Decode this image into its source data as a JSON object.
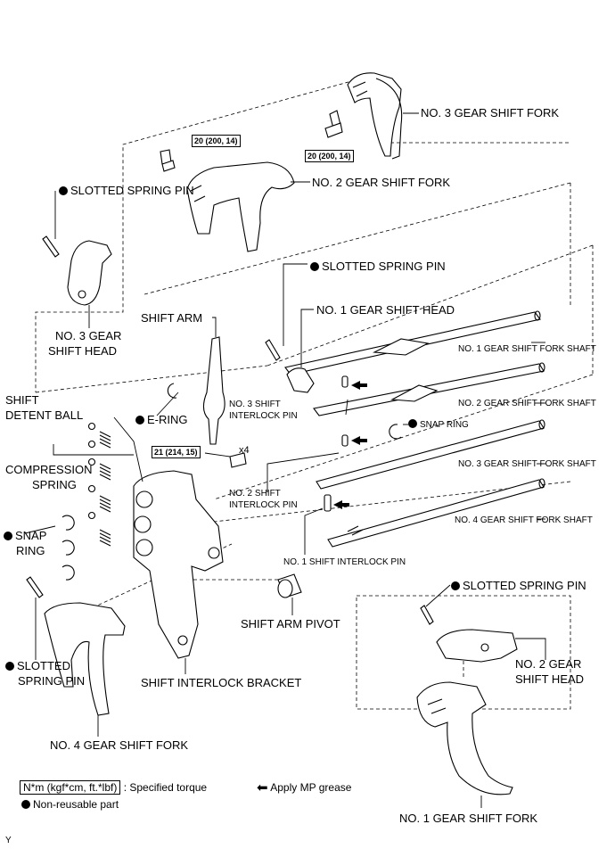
{
  "labels": {
    "no3_gear_shift_fork": "NO. 3 GEAR SHIFT FORK",
    "no2_gear_shift_fork": "NO. 2 GEAR SHIFT FORK",
    "slotted_spring_pin": "SLOTTED SPRING PIN",
    "no3_gear_shift_head_1": "NO. 3 GEAR",
    "no3_gear_shift_head_2": "SHIFT HEAD",
    "no1_gear_shift_head": "NO. 1 GEAR SHIFT HEAD",
    "shift_arm": "SHIFT ARM",
    "no1_fork_shaft": "NO. 1 GEAR SHIFT FORK SHAFT",
    "no2_fork_shaft": "NO. 2 GEAR SHIFT FORK SHAFT",
    "no3_fork_shaft": "NO. 3 GEAR SHIFT FORK SHAFT",
    "no4_fork_shaft": "NO. 4 GEAR SHIFT FORK SHAFT",
    "shift_detent_ball_1": "SHIFT",
    "shift_detent_ball_2": "DETENT BALL",
    "e_ring": "E-RING",
    "no3_interlock_pin_1": "NO. 3 SHIFT",
    "no3_interlock_pin_2": "INTERLOCK PIN",
    "snap_ring": "SNAP RING",
    "compression_spring_1": "COMPRESSION",
    "compression_spring_2": "SPRING",
    "no2_interlock_pin_1": "NO. 2 SHIFT",
    "no2_interlock_pin_2": "INTERLOCK PIN",
    "snap_ring_left_1": "SNAP",
    "snap_ring_left_2": "RING",
    "no1_interlock_pin": "NO. 1 SHIFT INTERLOCK PIN",
    "shift_arm_pivot": "SHIFT ARM PIVOT",
    "slotted_spring_pin_left_1": "SLOTTED",
    "slotted_spring_pin_left_2": "SPRING PIN",
    "shift_interlock_bracket": "SHIFT INTERLOCK BRACKET",
    "no2_gear_shift_head_1": "NO. 2 GEAR",
    "no2_gear_shift_head_2": "SHIFT HEAD",
    "no4_gear_shift_fork": "NO. 4 GEAR SHIFT FORK",
    "no1_gear_shift_fork": "NO. 1 GEAR SHIFT FORK",
    "quantity": "x4"
  },
  "torques": {
    "t1": "20 (200, 14)",
    "t2": "20 (200, 14)",
    "t3": "21 (214, 15)"
  },
  "legend": {
    "torque_units": "N*m (kgf*cm, ft.*lbf)",
    "torque_desc": ": Specified torque",
    "grease": "Apply MP grease",
    "non_reusable": "Non-reusable part"
  },
  "corner_mark": "Y"
}
